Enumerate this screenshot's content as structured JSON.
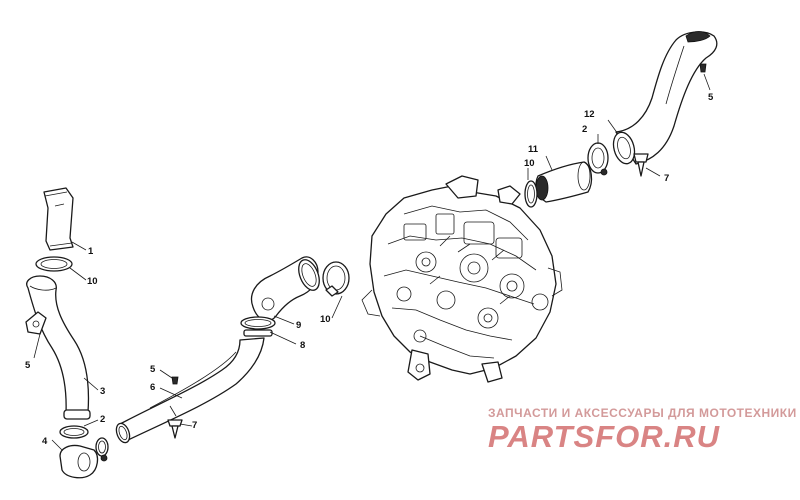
{
  "diagram": {
    "callouts": [
      {
        "id": "c1",
        "label": "1"
      },
      {
        "id": "c10a",
        "label": "10"
      },
      {
        "id": "c5a",
        "label": "5"
      },
      {
        "id": "c3",
        "label": "3"
      },
      {
        "id": "c2a",
        "label": "2"
      },
      {
        "id": "c4",
        "label": "4"
      },
      {
        "id": "c5b",
        "label": "5"
      },
      {
        "id": "c6",
        "label": "6"
      },
      {
        "id": "c7a",
        "label": "7"
      },
      {
        "id": "c9",
        "label": "9"
      },
      {
        "id": "c8",
        "label": "8"
      },
      {
        "id": "c10b",
        "label": "10"
      },
      {
        "id": "c11",
        "label": "11"
      },
      {
        "id": "c10c",
        "label": "10"
      },
      {
        "id": "c12",
        "label": "12"
      },
      {
        "id": "c2b",
        "label": "2"
      },
      {
        "id": "c5c",
        "label": "5"
      },
      {
        "id": "c7b",
        "label": "7"
      }
    ]
  },
  "watermark": {
    "caption": "ЗАПЧАСТИ И АКСЕССУАРЫ ДЛЯ МОТОТЕХНИКИ",
    "logo": "PARTSFOR.RU",
    "color": "#d98484"
  }
}
